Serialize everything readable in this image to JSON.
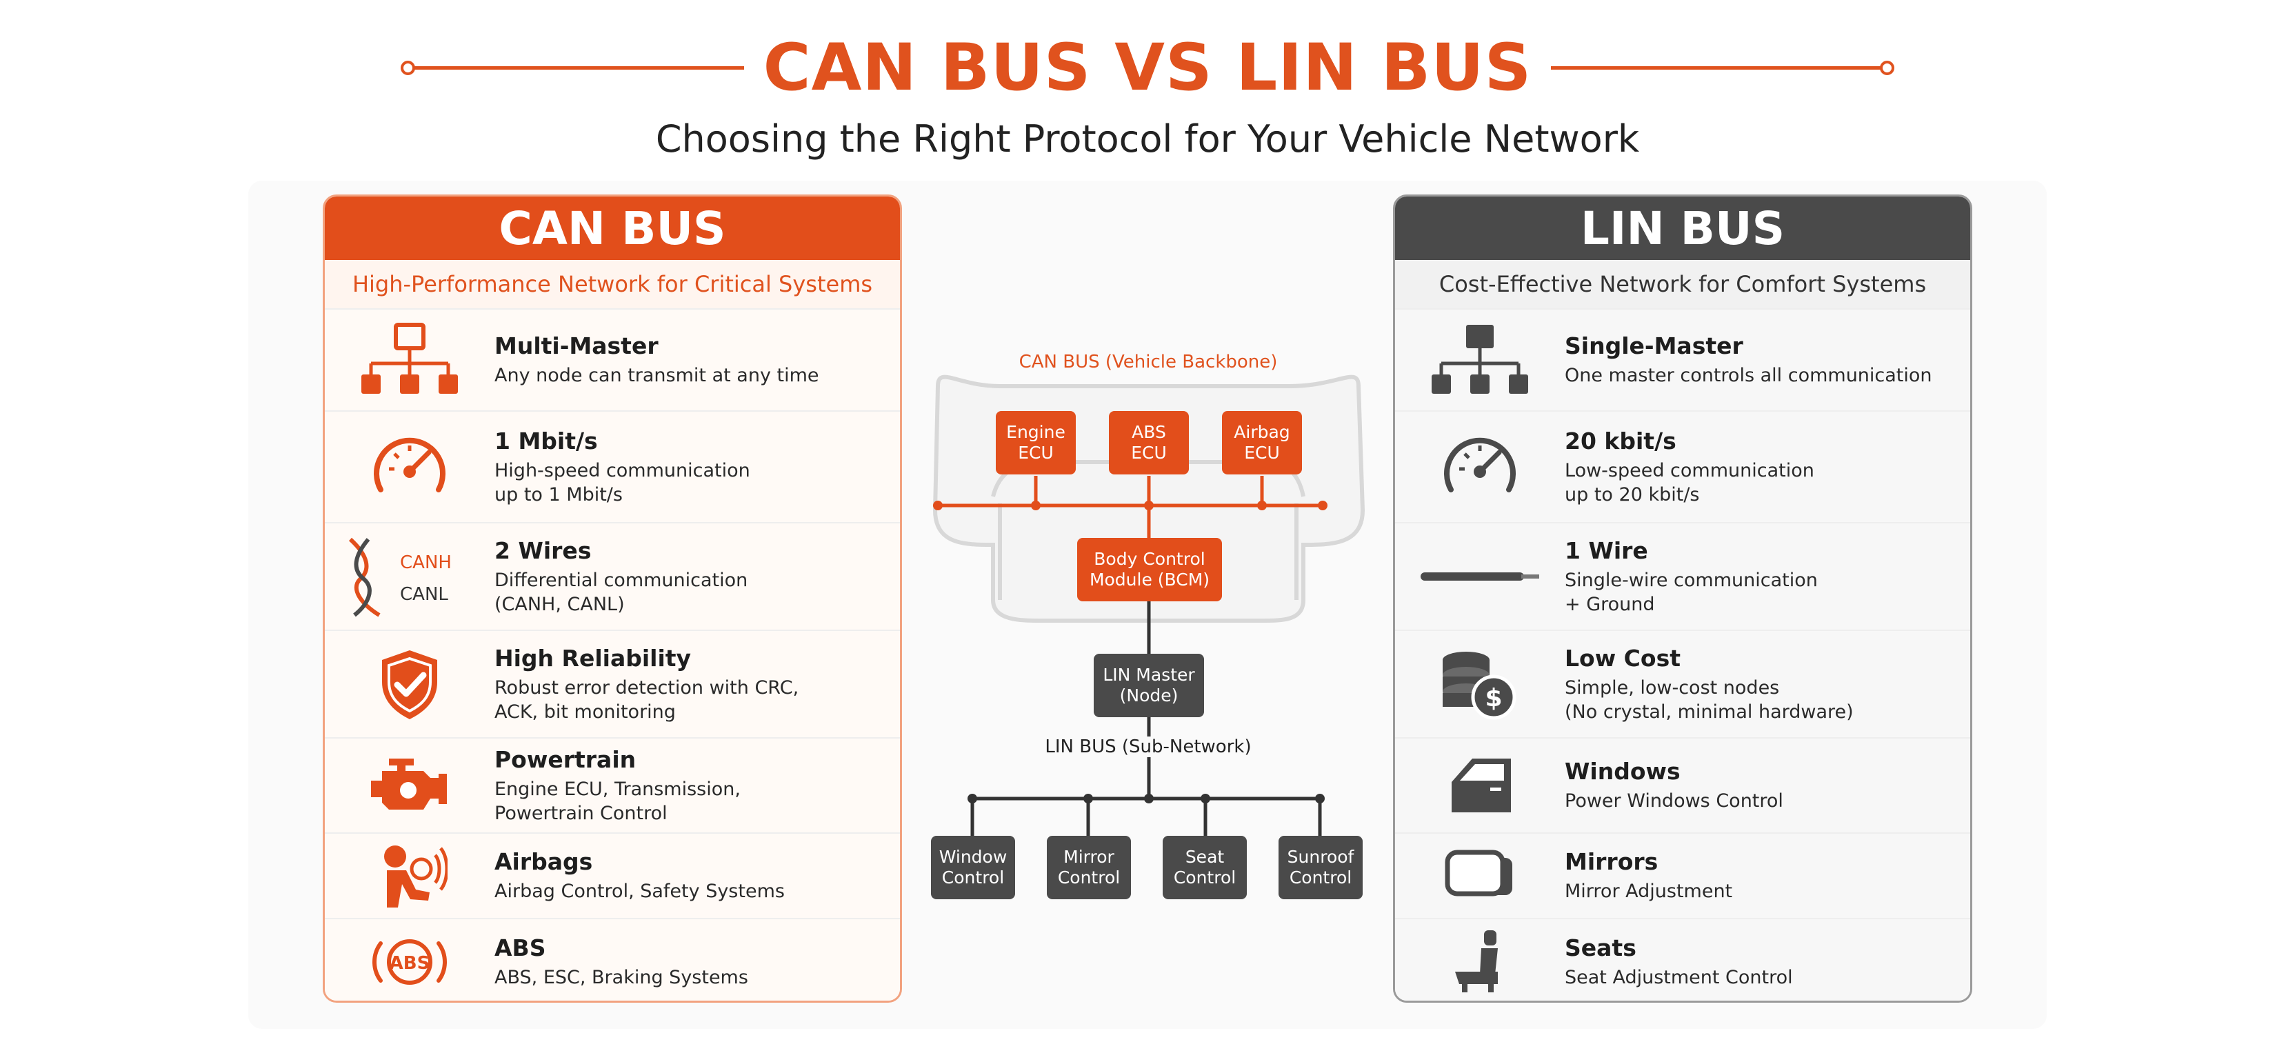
{
  "header": {
    "title": "CAN BUS VS LIN BUS",
    "subtitle": "Choosing the Right Protocol for Your Vehicle Network"
  },
  "colors": {
    "can_accent": "#e24e1b",
    "lin_accent": "#4a4a4a"
  },
  "can": {
    "title": "CAN BUS",
    "subtitle": "High-Performance Network for Critical Systems",
    "features": [
      {
        "icon": "multi-master-network-icon",
        "title": "Multi-Master",
        "desc": "Any node can transmit at any time"
      },
      {
        "icon": "speedometer-icon",
        "title": "1 Mbit/s",
        "desc": "High-speed communication\nup to 1 Mbit/s"
      },
      {
        "icon": "twisted-pair-wires-icon",
        "title": "2 Wires",
        "desc": "Differential communication\n(CANH, CANL)",
        "wire_labels": [
          "CANH",
          "CANL"
        ]
      },
      {
        "icon": "shield-check-icon",
        "title": "High Reliability",
        "desc": "Robust error detection with CRC,\nACK, bit monitoring"
      },
      {
        "icon": "engine-icon",
        "title": "Powertrain",
        "desc": "Engine ECU, Transmission,\nPowertrain Control"
      },
      {
        "icon": "airbag-icon",
        "title": "Airbags",
        "desc": "Airbag Control, Safety Systems"
      },
      {
        "icon": "abs-icon",
        "title": "ABS",
        "desc": "ABS, ESC, Braking Systems",
        "icon_text": "ABS"
      }
    ]
  },
  "lin": {
    "title": "LIN BUS",
    "subtitle": "Cost-Effective Network for Comfort Systems",
    "features": [
      {
        "icon": "single-master-network-icon",
        "title": "Single-Master",
        "desc": "One master controls all communication"
      },
      {
        "icon": "speedometer-icon",
        "title": "20 kbit/s",
        "desc": "Low-speed communication\nup to 20 kbit/s"
      },
      {
        "icon": "single-wire-icon",
        "title": "1 Wire",
        "desc": "Single-wire communication\n+ Ground"
      },
      {
        "icon": "coins-dollar-icon",
        "title": "Low Cost",
        "desc": "Simple, low-cost nodes\n(No crystal, minimal hardware)"
      },
      {
        "icon": "car-door-icon",
        "title": "Windows",
        "desc": "Power Windows Control"
      },
      {
        "icon": "side-mirror-icon",
        "title": "Mirrors",
        "desc": "Mirror Adjustment"
      },
      {
        "icon": "car-seat-icon",
        "title": "Seats",
        "desc": "Seat Adjustment Control"
      }
    ]
  },
  "diagram": {
    "can_label": "CAN BUS (Vehicle Backbone)",
    "ecus": [
      "Engine\nECU",
      "ABS\nECU",
      "Airbag\nECU"
    ],
    "bcm": "Body Control\nModule (BCM)",
    "lin_master": "LIN Master\n(Node)",
    "lin_label": "LIN BUS (Sub-Network)",
    "lin_nodes": [
      "Window\nControl",
      "Mirror\nControl",
      "Seat\nControl",
      "Sunroof\nControl"
    ]
  }
}
